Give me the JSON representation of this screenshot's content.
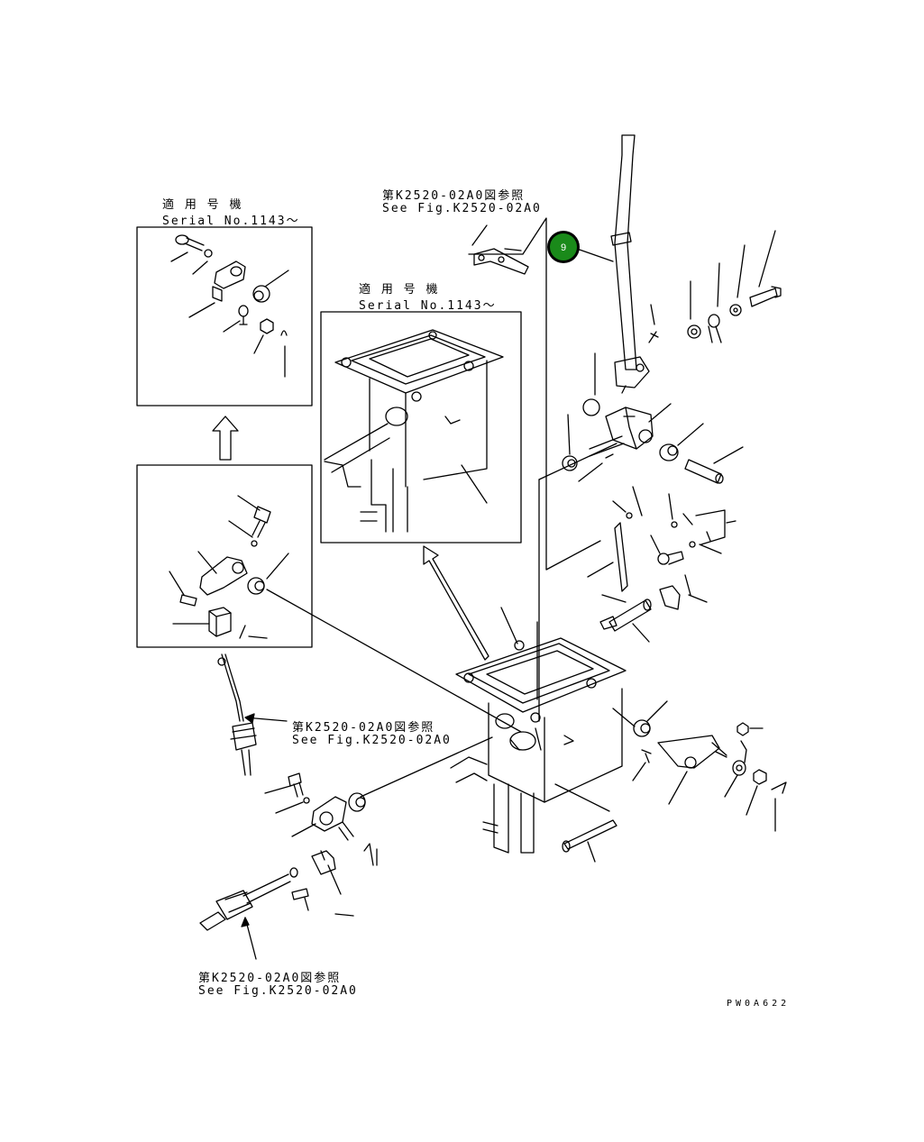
{
  "diagram": {
    "callouts": [
      {
        "id": "top-left-serial",
        "line1": "適 用 号 機",
        "line2": "Serial No.1143～"
      },
      {
        "id": "middle-serial",
        "line1": "適 用 号 機",
        "line2": "Serial No.1143～"
      },
      {
        "id": "ref-top",
        "line1": "第K2520-02A0図参照",
        "line2": "See Fig.K2520-02A0"
      },
      {
        "id": "ref-mid",
        "line1": "第K2520-02A0図参照",
        "line2": "See Fig.K2520-02A0"
      },
      {
        "id": "ref-bottom",
        "line1": "第K2520-02A0図参照",
        "line2": "See Fig.K2520-02A0"
      }
    ],
    "badge": {
      "number": "9",
      "color": "#1a8a1a"
    },
    "drawing_code": "PW0A622"
  }
}
